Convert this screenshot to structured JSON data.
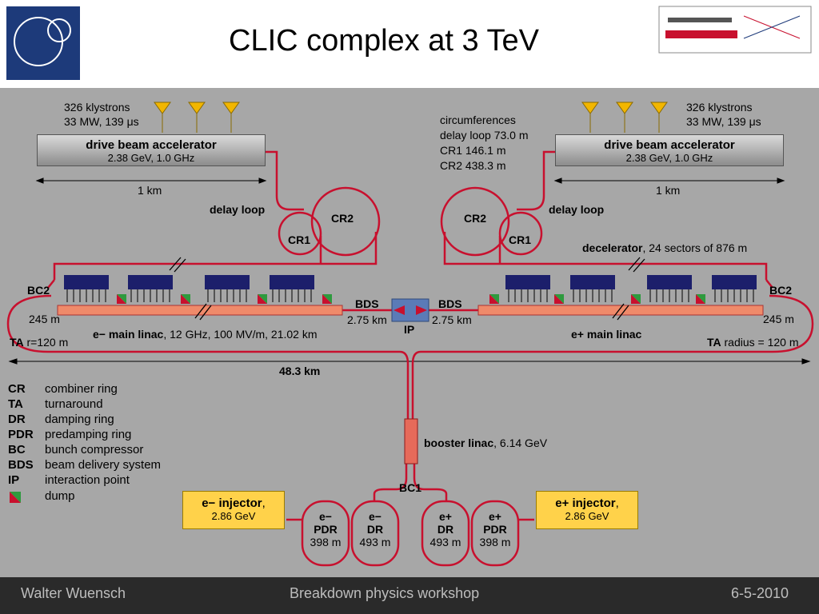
{
  "title": "CLIC complex at 3 TeV",
  "footer": {
    "author": "Walter Wuensch",
    "event": "Breakdown physics workshop",
    "date": "6-5-2010"
  },
  "logos": {
    "cern": "CERN",
    "clic": "CLIC"
  },
  "colors": {
    "beamline": "#c8102e",
    "klystron": "#f2b600",
    "injector": "#ffd24a",
    "decel_sector": "#1c1f6b",
    "ip_box": "#5b7bb7"
  },
  "left": {
    "klystrons": "326 klystrons",
    "klystron_spec": "33 MW, 139 μs",
    "accelerator_name": "drive beam accelerator",
    "accelerator_spec": "2.38 GeV, 1.0 GHz",
    "length": "1 km",
    "delay_loop": "delay loop",
    "cr1": "CR1",
    "cr2": "CR2",
    "bc2": "BC2",
    "dist_245": "245 m",
    "ta": "TA",
    "ta_spec": "r=120 m",
    "linac_name": "e− main linac",
    "linac_spec": ", 12 GHz, 100 MV/m, 21.02 km",
    "bds": "BDS",
    "bds_len": "2.75 km"
  },
  "right": {
    "klystrons": "326 klystrons",
    "klystron_spec": "33 MW, 139 μs",
    "accelerator_name": "drive beam accelerator",
    "accelerator_spec": "2.38 GeV, 1.0 GHz",
    "length": "1 km",
    "delay_loop": "delay loop",
    "cr1": "CR1",
    "cr2": "CR2",
    "bc2": "BC2",
    "dist_245": "245 m",
    "ta": "TA",
    "ta_spec": "radius = 120 m",
    "linac_name": "e+ main linac",
    "bds": "BDS",
    "bds_len": "2.75 km",
    "decelerator": "decelerator",
    "decelerator_spec": ", 24 sectors of 876 m"
  },
  "circumferences": [
    "circumferences",
    "delay loop 73.0 m",
    "CR1 146.1 m",
    "CR2 438.3 m"
  ],
  "ip": "IP",
  "total_length": "48.3 km",
  "booster": {
    "name": "booster linac",
    "spec": ", 6.14 GeV"
  },
  "bc1": "BC1",
  "injectors": {
    "eminus": {
      "name": "e− injector",
      "comma": ",",
      "energy": "2.86 GeV"
    },
    "eplus": {
      "name": "e+ injector",
      "comma": ",",
      "energy": "2.86 GeV"
    }
  },
  "rings": [
    {
      "particle": "e−",
      "type": "PDR",
      "length": "398 m"
    },
    {
      "particle": "e−",
      "type": "DR",
      "length": "493 m"
    },
    {
      "particle": "e+",
      "type": "DR",
      "length": "493 m"
    },
    {
      "particle": "e+",
      "type": "PDR",
      "length": "398 m"
    }
  ],
  "legend": [
    {
      "abbr": "CR",
      "text": "combiner ring"
    },
    {
      "abbr": "TA",
      "text": "turnaround"
    },
    {
      "abbr": "DR",
      "text": "damping ring"
    },
    {
      "abbr": "PDR",
      "text": "predamping ring"
    },
    {
      "abbr": "BC",
      "text": "bunch compressor"
    },
    {
      "abbr": "BDS",
      "text": "beam delivery system"
    },
    {
      "abbr": "IP",
      "text": "interaction point"
    },
    {
      "abbr": "",
      "text": "dump"
    }
  ]
}
